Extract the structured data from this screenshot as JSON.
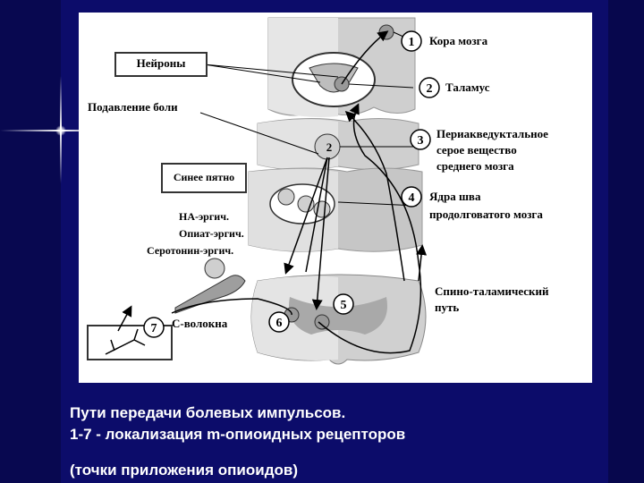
{
  "slide": {
    "figure": {
      "labels": {
        "neurons": "Нейроны",
        "pain_suppression": "Подавление боли",
        "locus_coeruleus": "Синее пятно",
        "na_ergic": "НА-эргич.",
        "opiate_ergic": "Опиат-эргич.",
        "serotonin_ergic": "Серотонин-эргич.",
        "c_fibers": "С-волокна",
        "cortex": "Кора мозга",
        "thalamus": "Таламус",
        "pag_line1": "Периакведуктальное",
        "pag_line2": "серое вещество",
        "pag_line3": "среднего мозга",
        "raphe_line1": "Ядра шва",
        "raphe_line2": "продолговатого мозга",
        "spinothalamic_line1": "Спино-таламический",
        "spinothalamic_line2": "путь"
      },
      "numbers": {
        "n1": "1",
        "n2": "2",
        "n3": "3",
        "n4": "4",
        "n5": "5",
        "n6": "6",
        "n7": "7",
        "n2_inner": "2"
      }
    },
    "caption": {
      "line1": "Пути передачи болевых импульсов.",
      "line2": "1-7 - локализация m-опиоидных рецепторов",
      "line3": "(точки приложения опиоидов)"
    }
  }
}
